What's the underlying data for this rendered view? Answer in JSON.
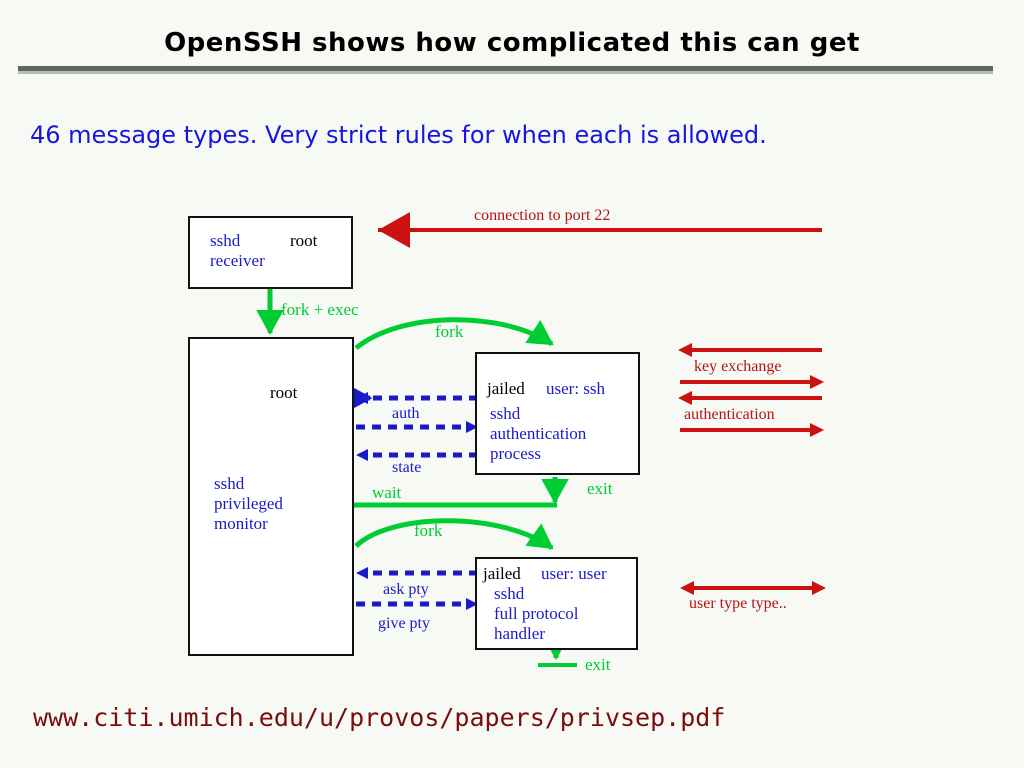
{
  "slide": {
    "title": "OpenSSH shows how complicated this can get",
    "subtitle": "46 message types.  Very strict rules for when each is allowed.",
    "footer_url": "www.citi.umich.edu/u/provos/papers/privsep.pdf"
  },
  "colors": {
    "background": "#f7faf4",
    "title_text": "#000000",
    "title_rule": "#5d6660",
    "subtitle_text": "#1616e0",
    "box_border": "#111111",
    "box_fill": "#ffffff",
    "blue_text": "#1a1ac8",
    "black_text": "#000000",
    "green_arrow": "#00cc33",
    "red_arrow": "#cc1111",
    "red_label": "#b31414",
    "dark_red_url": "#7a0c0c",
    "blue_dashed_arrow": "#1a1ac8"
  },
  "diagram": {
    "boxes": [
      {
        "id": "receiver",
        "line1_left": "sshd",
        "line1_right": "root",
        "line2": "receiver"
      },
      {
        "id": "monitor",
        "user_label": "root",
        "line1": "sshd",
        "line2": "privileged",
        "line3": "monitor"
      },
      {
        "id": "auth-process",
        "jailed": "jailed",
        "user": "user: ssh",
        "line1": "sshd",
        "line2": "authentication",
        "line3": "process"
      },
      {
        "id": "protocol-handler",
        "jailed": "jailed",
        "user": "user: user",
        "line1": "sshd",
        "line2": "full protocol",
        "line3": "handler"
      }
    ],
    "green_labels": {
      "fork_exec": "fork + exec",
      "fork_auth": "fork",
      "exit_auth": "exit",
      "wait": "wait",
      "fork_handler": "fork",
      "exit_handler": "exit"
    },
    "blue_labels": {
      "auth": "auth",
      "state": "state",
      "ask_pty": "ask pty",
      "give_pty": "give pty"
    },
    "red_labels": {
      "connection": "connection to port 22",
      "key_exchange": "key exchange",
      "authentication": "authentication",
      "user_type": "user type type.."
    }
  }
}
